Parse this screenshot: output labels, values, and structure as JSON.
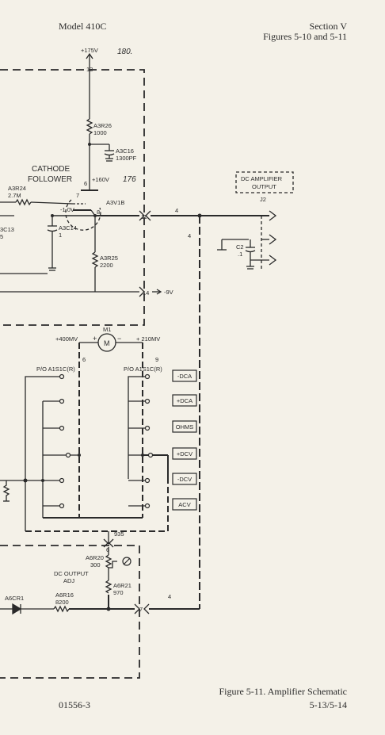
{
  "header": {
    "model": "Model 410C",
    "section": "Section V",
    "figures": "Figures 5-10 and 5-11"
  },
  "schematic": {
    "supply_top": "+175V",
    "supply_top_note": "180.",
    "node_13": "13",
    "a3r26": {
      "ref": "A3R26",
      "value": "1000"
    },
    "a3c16": {
      "ref": "A3C16",
      "value": "1300PF"
    },
    "cathode_follower": [
      "CATHODE",
      "FOLLOWER"
    ],
    "plus160v": "+160V",
    "plus160v_note": "176",
    "pin6": "6",
    "pin7": "7",
    "pin8": "8",
    "a3r24": {
      "ref": "A3R24",
      "value": "2.7M"
    },
    "tube": "A3V1B",
    "grid_bias": "-1.0V",
    "a3c13": {
      "ref": "3C13",
      "value": "5"
    },
    "a3c14": {
      "ref": "A3C14",
      "value": "1"
    },
    "a3r25": {
      "ref": "A3R25",
      "value": "2200"
    },
    "node_11": "11",
    "node_14": "14",
    "minus9v": "-9V",
    "wire4_a": "4",
    "wire4_b": "4",
    "wire4_c": "4",
    "dc_amp_output": [
      "DC AMPLIFIER",
      "OUTPUT"
    ],
    "j2": "J2",
    "c2": {
      "ref": "C2",
      "value": ".1"
    },
    "meter": {
      "ref": "M1",
      "symbol": "M",
      "plus": "+",
      "minus": "−"
    },
    "plus400mv": "+400MV",
    "plus210mv": "+ 210MV",
    "wire6": "6",
    "wire9": "9",
    "switch_left": "P/O A1S1C(R)",
    "switch_right": "P/O A1S1C(R)",
    "modes": [
      "-DCA",
      "+DCA",
      "OHMS",
      "+DCV",
      "-DCV",
      "ACV"
    ],
    "wire935": "935",
    "node6_bottom": "6",
    "a6r20": {
      "ref": "A6R20",
      "value": "300"
    },
    "dc_output_adj": [
      "DC OUTPUT",
      "ADJ"
    ],
    "a6r21": {
      "ref": "A6R21",
      "value": "970"
    },
    "a6cr1": "A6CR1",
    "a6r16": {
      "ref": "A6R16",
      "value": "8200"
    },
    "node7_bottom": "7"
  },
  "footer": {
    "caption": "Figure 5-11.  Amplifier Schematic",
    "doc_number": "01556-3",
    "page": "5-13/5-14"
  }
}
